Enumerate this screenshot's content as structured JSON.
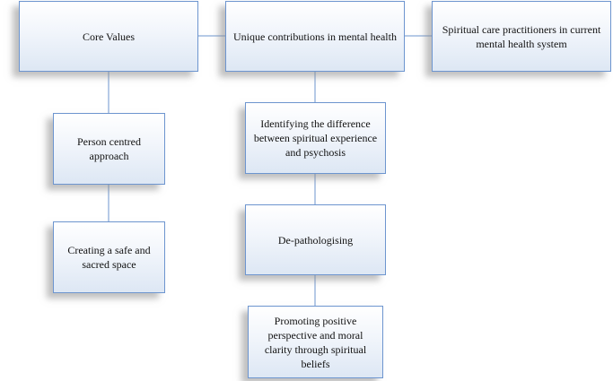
{
  "diagram": {
    "nodes": {
      "core_values": {
        "label": "Core Values"
      },
      "unique_contributions": {
        "label": "Unique contributions in mental health"
      },
      "spiritual_care_practitioners": {
        "label": "Spiritual care practitioners in current mental health system"
      },
      "person_centred_approach": {
        "label": "Person centred approach"
      },
      "creating_safe_space": {
        "label": "Creating a safe and sacred space"
      },
      "identifying_difference": {
        "label": "Identifying the difference between spiritual experience and psychosis"
      },
      "de_pathologising": {
        "label": "De-pathologising"
      },
      "promoting_positive": {
        "label": "Promoting positive perspective and moral clarity through spiritual beliefs"
      }
    },
    "edges": [
      {
        "from": "core_values",
        "to": "unique_contributions"
      },
      {
        "from": "unique_contributions",
        "to": "spiritual_care_practitioners"
      },
      {
        "from": "core_values",
        "to": "person_centred_approach"
      },
      {
        "from": "person_centred_approach",
        "to": "creating_safe_space"
      },
      {
        "from": "unique_contributions",
        "to": "identifying_difference"
      },
      {
        "from": "identifying_difference",
        "to": "de_pathologising"
      },
      {
        "from": "de_pathologising",
        "to": "promoting_positive"
      }
    ],
    "colors": {
      "border": "#6d95cf",
      "connector": "#6d95cf"
    }
  }
}
